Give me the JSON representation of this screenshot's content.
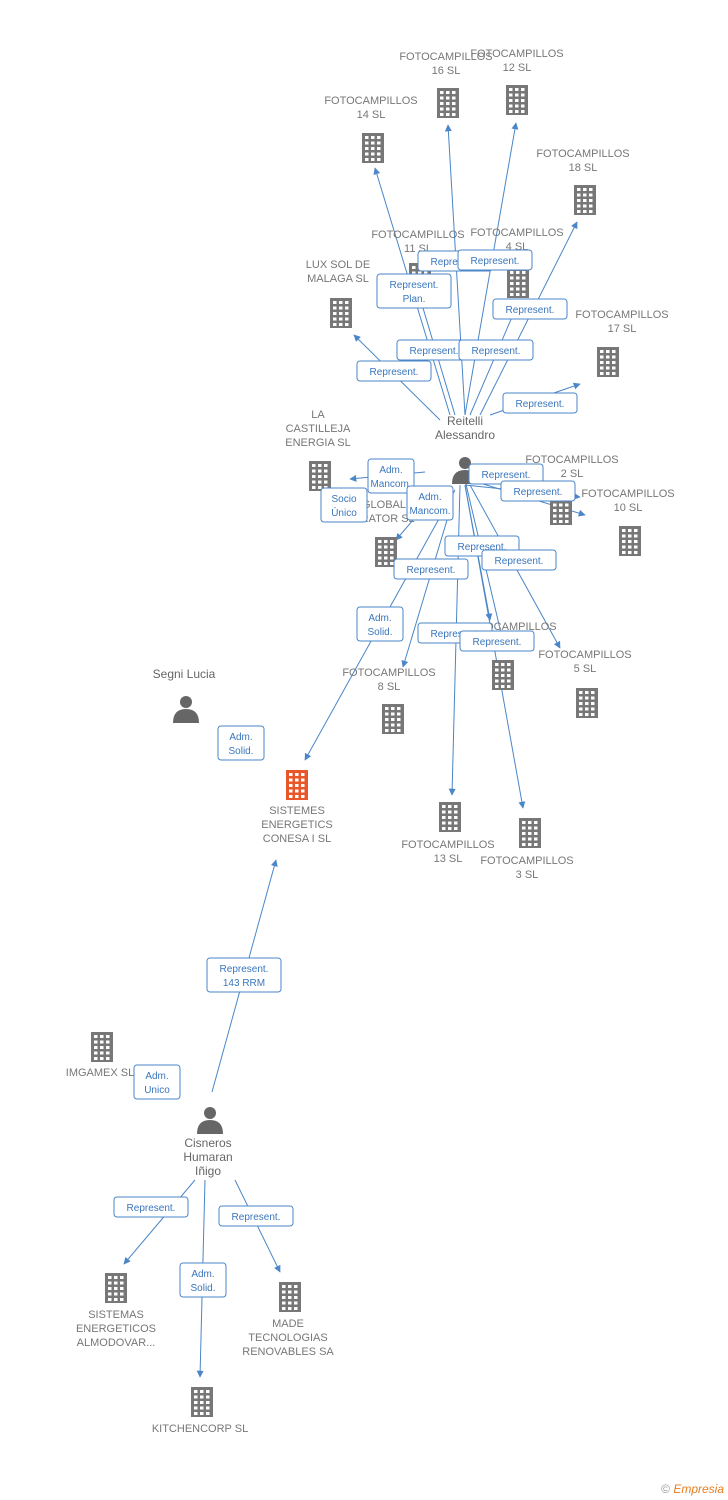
{
  "colors": {
    "edge": "#4a86c8",
    "company": "#777777",
    "focus": "#e8562a",
    "person": "#666666"
  },
  "nodes": [
    {
      "id": "f16",
      "kind": "company",
      "lines": [
        "FOTOCAMPILLOS",
        "16 SL"
      ]
    },
    {
      "id": "f12",
      "kind": "company",
      "lines": [
        "FOTOCAMPILLOS",
        "12 SL"
      ]
    },
    {
      "id": "f14",
      "kind": "company",
      "lines": [
        "FOTOCAMPILLOS",
        "14 SL"
      ]
    },
    {
      "id": "f18",
      "kind": "company",
      "lines": [
        "FOTOCAMPILLOS",
        "18 SL"
      ]
    },
    {
      "id": "f11",
      "kind": "company",
      "lines": [
        "FOTOCAMPILLOS",
        "11 SL"
      ]
    },
    {
      "id": "f4",
      "kind": "company",
      "lines": [
        "FOTOCAMPILLOS",
        "4 SL"
      ]
    },
    {
      "id": "lux",
      "kind": "company",
      "lines": [
        "LUX SOL DE",
        "MALAGA  SL"
      ]
    },
    {
      "id": "f17",
      "kind": "company",
      "lines": [
        "FOTOCAMPILLOS",
        "17 SL"
      ]
    },
    {
      "id": "reitelli",
      "kind": "person",
      "lines": [
        "Reitelli",
        "Alessandro"
      ]
    },
    {
      "id": "castilleja",
      "kind": "company",
      "lines": [
        "LA",
        "CASTILLEJA",
        "ENERGIA SL"
      ]
    },
    {
      "id": "f2",
      "kind": "company",
      "lines": [
        "FOTOCAMPILLOS",
        "2 SL"
      ]
    },
    {
      "id": "f10",
      "kind": "company",
      "lines": [
        "FOTOCAMPILLOS",
        "10 SL"
      ]
    },
    {
      "id": "global",
      "kind": "company",
      "lines": [
        "GLOBAL",
        "ERATOR SL"
      ]
    },
    {
      "id": "f7",
      "kind": "company",
      "lines": [
        "FOTOCAMPILLOS",
        "7 SL"
      ]
    },
    {
      "id": "f8",
      "kind": "company",
      "lines": [
        "FOTOCAMPILLOS",
        "8 SL"
      ]
    },
    {
      "id": "f5",
      "kind": "company",
      "lines": [
        "FOTOCAMPILLOS",
        "5 SL"
      ]
    },
    {
      "id": "segni",
      "kind": "person",
      "lines": [
        "Segni Lucia"
      ]
    },
    {
      "id": "sistemes",
      "kind": "focus",
      "lines": [
        "SISTEMES",
        "ENERGETICS",
        "CONESA I SL"
      ]
    },
    {
      "id": "f13",
      "kind": "company",
      "lines": [
        "FOTOCAMPILLOS",
        "13 SL"
      ]
    },
    {
      "id": "f3",
      "kind": "company",
      "lines": [
        "FOTOCAMPILLOS",
        "3 SL"
      ]
    },
    {
      "id": "imgamex",
      "kind": "company",
      "lines": [
        "IMGAMEX SL"
      ]
    },
    {
      "id": "cisneros",
      "kind": "person",
      "lines": [
        "Cisneros",
        "Humaran",
        "Iñigo"
      ]
    },
    {
      "id": "almodovar",
      "kind": "company",
      "lines": [
        "SISTEMAS",
        "ENERGETICOS",
        "ALMODOVAR..."
      ]
    },
    {
      "id": "made",
      "kind": "company",
      "lines": [
        "MADE",
        "TECNOLOGIAS",
        "RENOVABLES SA"
      ]
    },
    {
      "id": "kitchen",
      "kind": "company",
      "lines": [
        "KITCHENCORP SL"
      ]
    }
  ],
  "tags": [
    {
      "id": "t1",
      "lines": [
        "Represent."
      ]
    },
    {
      "id": "t2",
      "lines": [
        "Represent."
      ]
    },
    {
      "id": "t3",
      "lines": [
        "Represent.",
        "Plan."
      ]
    },
    {
      "id": "t4",
      "lines": [
        "Represent."
      ]
    },
    {
      "id": "t5",
      "lines": [
        "Represent."
      ]
    },
    {
      "id": "t6",
      "lines": [
        "Represent."
      ]
    },
    {
      "id": "t7",
      "lines": [
        "Represent."
      ]
    },
    {
      "id": "t8",
      "lines": [
        "Represent."
      ]
    },
    {
      "id": "t9",
      "lines": [
        "Adm.",
        "Mancom."
      ]
    },
    {
      "id": "t10",
      "lines": [
        "Socio",
        "Único"
      ]
    },
    {
      "id": "t11",
      "lines": [
        "Adm.",
        "Mancom."
      ]
    },
    {
      "id": "t12",
      "lines": [
        "Represent."
      ]
    },
    {
      "id": "t13",
      "lines": [
        "Represent."
      ]
    },
    {
      "id": "t14",
      "lines": [
        "Represent."
      ]
    },
    {
      "id": "t15",
      "lines": [
        "Represent."
      ]
    },
    {
      "id": "t16",
      "lines": [
        "Represent."
      ]
    },
    {
      "id": "t17",
      "lines": [
        "Adm.",
        "Solid."
      ]
    },
    {
      "id": "t18",
      "lines": [
        "Represent."
      ]
    },
    {
      "id": "t19",
      "lines": [
        "Represent."
      ]
    },
    {
      "id": "t20",
      "lines": [
        "Adm.",
        "Solid."
      ]
    },
    {
      "id": "t21",
      "lines": [
        "Represent.",
        "143 RRM"
      ]
    },
    {
      "id": "t22",
      "lines": [
        "Adm.",
        "Unico"
      ]
    },
    {
      "id": "t23",
      "lines": [
        "Represent."
      ]
    },
    {
      "id": "t24",
      "lines": [
        "Represent."
      ]
    },
    {
      "id": "t25",
      "lines": [
        "Adm.",
        "Solid."
      ]
    }
  ],
  "brand": {
    "copyright": "©",
    "name": "Empresia"
  }
}
